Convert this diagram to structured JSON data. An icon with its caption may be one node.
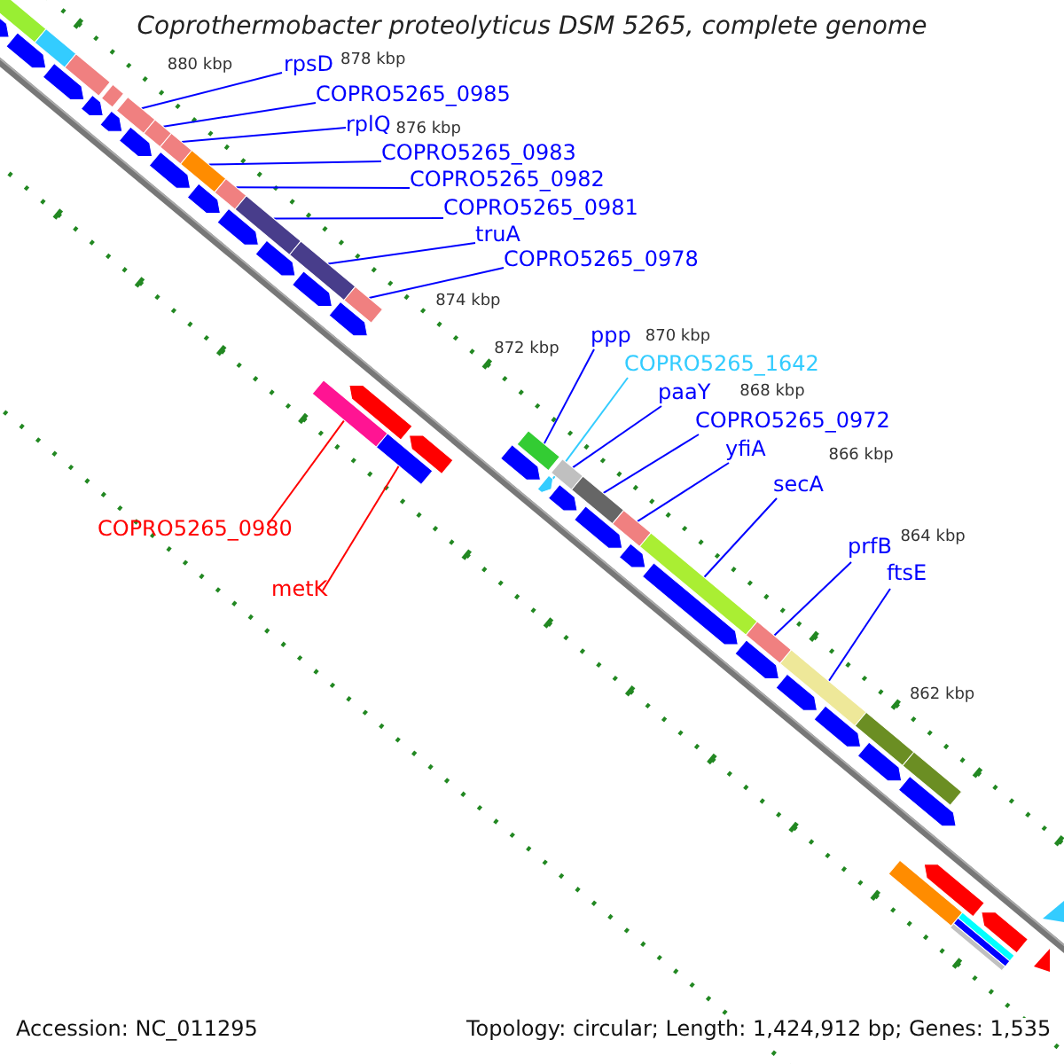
{
  "diagram": {
    "title": "Coprothermobacter proteolyticus DSM 5265, complete genome",
    "nodes": [
      {
        "text": [
          "rpsD"
        ]
      },
      {
        "text": [
          "COPRO5265_0985"
        ]
      },
      {
        "text": [
          "rplQ"
        ]
      },
      {
        "text": [
          "COPRO5265_0983"
        ]
      },
      {
        "text": [
          "COPRO5265_0982"
        ]
      },
      {
        "text": [
          "COPRO5265_0981"
        ]
      },
      {
        "text": [
          "truA"
        ]
      },
      {
        "text": [
          "COPRO5265_0978"
        ]
      },
      {
        "text": [
          "ppp"
        ]
      },
      {
        "text": [
          "COPRO5265_1642"
        ]
      },
      {
        "text": [
          "paaY"
        ]
      },
      {
        "text": [
          "COPRO5265_0972"
        ]
      },
      {
        "text": [
          "yfiA"
        ]
      },
      {
        "text": [
          "secA"
        ]
      },
      {
        "text": [
          "COPRO5265_0980"
        ]
      },
      {
        "text": [
          "prfB"
        ]
      },
      {
        "text": [
          "ftsE"
        ]
      },
      {
        "text": [
          "metK"
        ]
      },
      {
        "text": [],
        "shape": "bar"
      },
      {
        "text": [],
        "shape": "bar"
      },
      {
        "text": [],
        "shape": "bar"
      },
      {
        "text": [],
        "shape": "bar"
      },
      {
        "text": [],
        "shape": "bar"
      },
      {
        "text": [],
        "shape": "bar"
      },
      {
        "text": [],
        "shape": "bar"
      },
      {
        "text": [],
        "shape": "bar"
      },
      {
        "text": [],
        "shape": "bar"
      },
      {
        "text": [],
        "shape": "bar"
      },
      {
        "text": [],
        "shape": "bar"
      },
      {
        "text": [],
        "shape": "bar"
      },
      {
        "text": [],
        "shape": "bar"
      },
      {
        "text": [],
        "shape": "bar"
      },
      {
        "text": [],
        "shape": "bar"
      },
      {
        "text": [],
        "shape": "bar"
      },
      {
        "text": [],
        "shape": "bar"
      },
      {
        "text": [],
        "shape": "bar"
      },
      {
        "text": [],
        "shape": "bar"
      },
      {
        "text": [],
        "shape": "bar"
      },
      {
        "text": [],
        "shape": "bar"
      },
      {
        "text": [],
        "shape": "bar"
      },
      {
        "text": [],
        "shape": "bar"
      },
      {
        "text": [],
        "shape": "bar"
      },
      {
        "text": [],
        "shape": "bar"
      },
      {
        "text": [],
        "shape": "bar"
      },
      {
        "text": [],
        "shape": "bar"
      },
      {
        "text": [],
        "shape": "bar"
      },
      {
        "text": [],
        "shape": "bar"
      },
      {
        "text": [],
        "shape": "bar"
      },
      {
        "text": [],
        "shape": "bar"
      },
      {
        "text": [],
        "shape": "bar"
      },
      {
        "text": [],
        "shape": "bar"
      },
      {
        "text": [],
        "shape": "bar"
      },
      {
        "text": [],
        "shape": "bar"
      },
      {
        "text": [],
        "shape": "bar"
      },
      {
        "text": [],
        "shape": "bar"
      },
      {
        "text": [],
        "shape": "bar"
      },
      {
        "text": [],
        "shape": "bar"
      },
      {
        "text": [],
        "shape": "bar"
      },
      {
        "text": [],
        "shape": "bar"
      },
      {
        "text": [],
        "shape": "bar"
      },
      {
        "text": [],
        "shape": "bar"
      },
      {
        "text": [],
        "shape": "bar"
      },
      {
        "text": [],
        "shape": "bar"
      },
      {
        "text": [],
        "shape": "bar"
      },
      {
        "text": [],
        "shape": "bar"
      },
      {
        "text": [],
        "shape": "bar"
      },
      {
        "text": [],
        "shape": "bar"
      },
      {
        "text": [],
        "shape": "bar"
      },
      {
        "text": [],
        "shape": "bar"
      },
      {
        "text": [],
        "shape": "bar"
      },
      {
        "text": [],
        "shape": "bar"
      },
      {
        "text": [],
        "shape": "bar"
      },
      {
        "text": [],
        "shape": "bar"
      },
      {
        "text": [],
        "shape": "bar"
      }
    ],
    "edges": [
      {
        "from": 0,
        "to": 18,
        "arrow": "none"
      },
      {
        "from": 1,
        "to": 19,
        "arrow": "none"
      },
      {
        "from": 2,
        "to": 20,
        "arrow": "none"
      },
      {
        "from": 3,
        "to": 21,
        "arrow": "none"
      },
      {
        "from": 4,
        "to": 22,
        "arrow": "none"
      },
      {
        "from": 5,
        "to": 23,
        "arrow": "none"
      },
      {
        "from": 6,
        "to": 24,
        "arrow": "none"
      },
      {
        "from": 7,
        "to": 25,
        "arrow": "none"
      },
      {
        "from": 8,
        "to": 28,
        "arrow": "none"
      },
      {
        "from": 9,
        "to": 29,
        "arrow": "none",
        "color": "#33ccff"
      },
      {
        "from": 10,
        "to": 30,
        "arrow": "none"
      },
      {
        "from": 11,
        "to": 31,
        "arrow": "none"
      },
      {
        "from": 12,
        "to": 32,
        "arrow": "none"
      },
      {
        "from": 13,
        "to": 33,
        "arrow": "none"
      },
      {
        "from": 14,
        "to": 26,
        "arrow": "none",
        "color": "#ff0000"
      },
      {
        "from": 15,
        "to": 34,
        "arrow": "none"
      },
      {
        "from": 16,
        "to": 35,
        "arrow": "none"
      },
      {
        "from": 17,
        "to": 27,
        "arrow": "none",
        "color": "#ff0000"
      }
    ],
    "labels": [
      "880 kbp",
      "878 kbp",
      "876 kbp",
      "874 kbp",
      "872 kbp",
      "870 kbp",
      "868 kbp",
      "866 kbp",
      "864 kbp",
      "862 kbp",
      "Accession: NC_011295",
      "Topology: circular; Length: 1,424,912 bp; Genes: 1,535"
    ]
  }
}
